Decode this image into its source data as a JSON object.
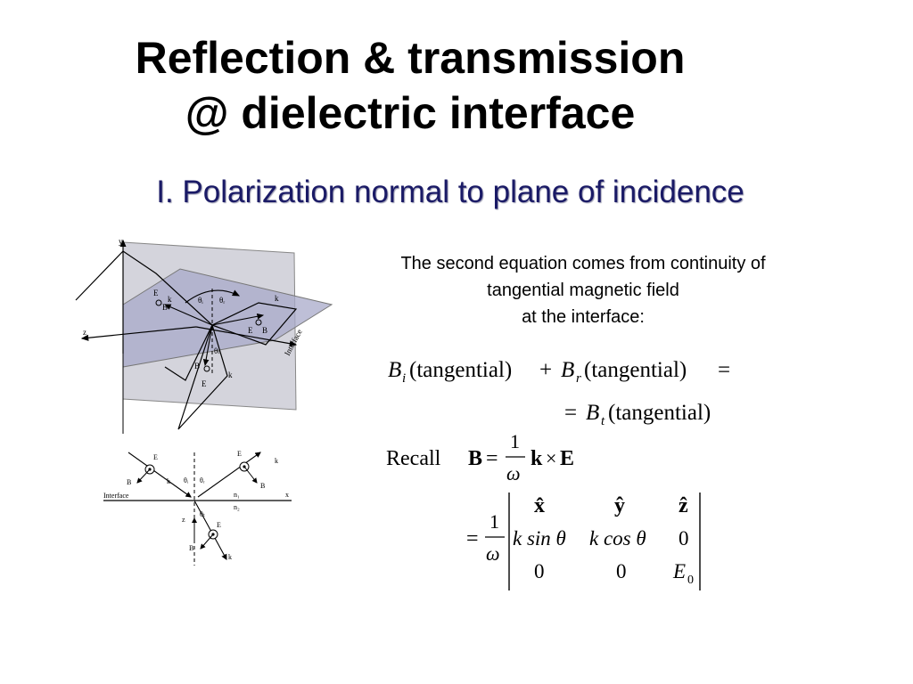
{
  "slide": {
    "title_line1": "Reflection & transmission",
    "title_line2": "@ dielectric interface",
    "subtitle": "I. Polarization normal to plane of incidence",
    "caption_line1": "The second equation comes from continuity of",
    "caption_line2": "tangential magnetic field",
    "caption_line3": "at the interface:"
  },
  "figure_3d": {
    "axis_y": "y",
    "axis_z": "z",
    "interface_label": "Interface",
    "ki": "k",
    "kr": "k",
    "kt": "k",
    "bi": "B",
    "br": "B",
    "bt": "B",
    "ei": "E",
    "er": "E",
    "et": "E",
    "theta_i": "θᵢ",
    "theta_r": "θᵣ",
    "theta_t": "θₜ"
  },
  "figure_2d": {
    "interface_label": "Interface",
    "axis_x": "x",
    "axis_z": "z",
    "ei": "E",
    "er": "E",
    "et": "E",
    "bi": "B",
    "br": "B",
    "bt": "B",
    "ki": "k",
    "kr": "k",
    "kt": "k",
    "n1": "n₁",
    "n2": "n₂",
    "theta_i": "θᵢ",
    "theta_r": "θᵣ",
    "theta_t": "θₜ"
  },
  "equations": {
    "b_letter": "B",
    "sub_i": "i",
    "sub_r": "r",
    "sub_t": "t",
    "tangential": "(tangential)",
    "plus": "+",
    "equals": "=",
    "recall": "Recall",
    "bold_b": "B",
    "bold_k": "k",
    "times": "×",
    "bold_e": "E",
    "one": "1",
    "omega": "ω",
    "xhat": "x̂",
    "yhat": "ŷ",
    "zhat": "ẑ",
    "k_sin": "k sin θ",
    "k_cos": "k cos θ",
    "zero": "0",
    "e0_letter": "E",
    "e0_sub": "0"
  }
}
